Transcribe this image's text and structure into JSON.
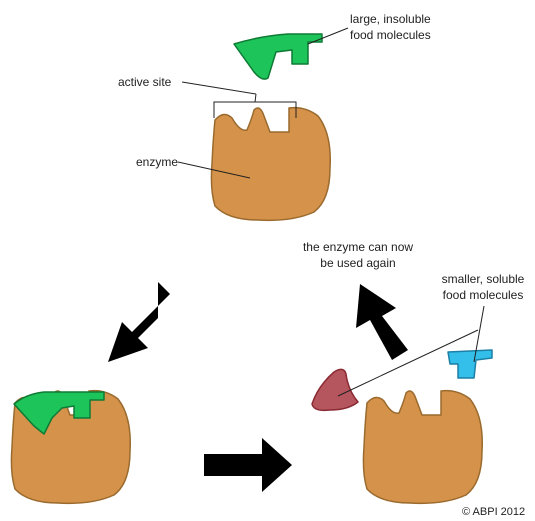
{
  "labels": {
    "large_food_line1": "large, insoluble",
    "large_food_line2": "food molecules",
    "active_site": "active site",
    "enzyme": "enzyme",
    "reuse_line1": "the enzyme can now",
    "reuse_line2": "be used again",
    "small_food_line1": "smaller, soluble",
    "small_food_line2": "food molecules",
    "copyright": "© ABPI 2012"
  },
  "colors": {
    "enzyme_fill": "#D5924A",
    "enzyme_stroke": "#9A6A2E",
    "large_molecule_fill": "#1DC45A",
    "large_molecule_stroke": "#0E7A34",
    "small_blue_fill": "#33BFEA",
    "small_blue_stroke": "#1B7FA6",
    "small_red_fill": "#B5565E",
    "small_red_stroke": "#8A2A33",
    "arrow": "#000000"
  }
}
